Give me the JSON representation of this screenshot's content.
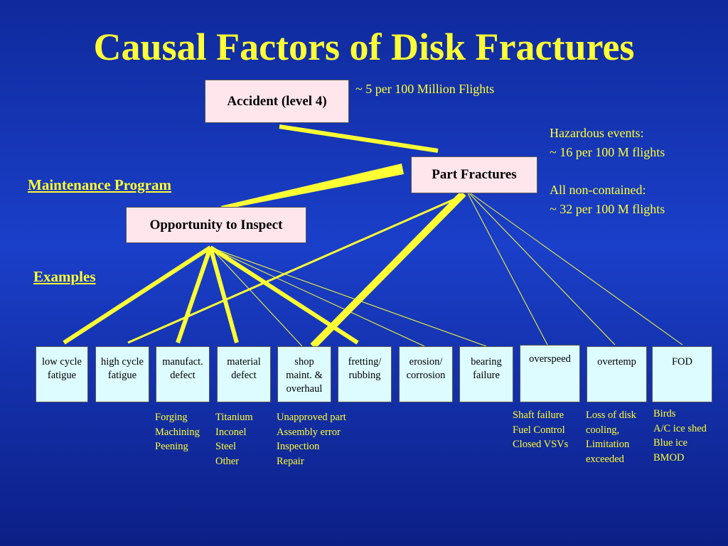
{
  "title": "Causal Factors of Disk Fractures",
  "nodes": {
    "accident": "Accident (level 4)",
    "part_fractures": "Part Fractures",
    "opportunity": "Opportunity to Inspect"
  },
  "annotations": {
    "accident_rate": "~ 5 per 100 Million Flights",
    "hazardous_1": "Hazardous events:",
    "hazardous_2": "~ 16 per 100 M flights",
    "noncontained_1": "All non-contained:",
    "noncontained_2": "~ 32 per 100 M flights",
    "maintenance": "Maintenance Program",
    "examples": "Examples"
  },
  "causes": [
    {
      "line1": "low cycle",
      "line2": "fatigue",
      "line3": ""
    },
    {
      "line1": "high cycle",
      "line2": "fatigue",
      "line3": ""
    },
    {
      "line1": "manufact.",
      "line2": "defect",
      "line3": ""
    },
    {
      "line1": "material",
      "line2": "defect",
      "line3": ""
    },
    {
      "line1": "shop",
      "line2": "maint. &",
      "line3": "overhaul"
    },
    {
      "line1": "fretting/",
      "line2": "rubbing",
      "line3": ""
    },
    {
      "line1": "erosion/",
      "line2": "corrosion",
      "line3": ""
    },
    {
      "line1": "bearing",
      "line2": "failure",
      "line3": ""
    },
    {
      "line1": "overspeed",
      "line2": "",
      "line3": ""
    },
    {
      "line1": "overtemp",
      "line2": "",
      "line3": ""
    },
    {
      "line1": "FOD",
      "line2": "",
      "line3": ""
    }
  ],
  "examples": {
    "manufact": [
      "Forging",
      "Machining",
      "Peening"
    ],
    "material": [
      "Titanium",
      "Inconel",
      "Steel",
      "Other"
    ],
    "shop": [
      "Unapproved part",
      "Assembly error",
      "Inspection",
      "Repair"
    ],
    "overspeed": [
      "Shaft failure",
      "Fuel Control",
      "Closed VSVs"
    ],
    "overtemp": [
      "Loss of disk",
      "cooling,",
      "Limitation",
      "exceeded"
    ],
    "fod": [
      "Birds",
      "A/C ice shed",
      "Blue ice",
      "BMOD"
    ]
  },
  "colors": {
    "background": "#1a3fc9",
    "text": "#ffff33",
    "node_fill": "#ffe6ec",
    "cause_fill": "#ddfcff"
  }
}
